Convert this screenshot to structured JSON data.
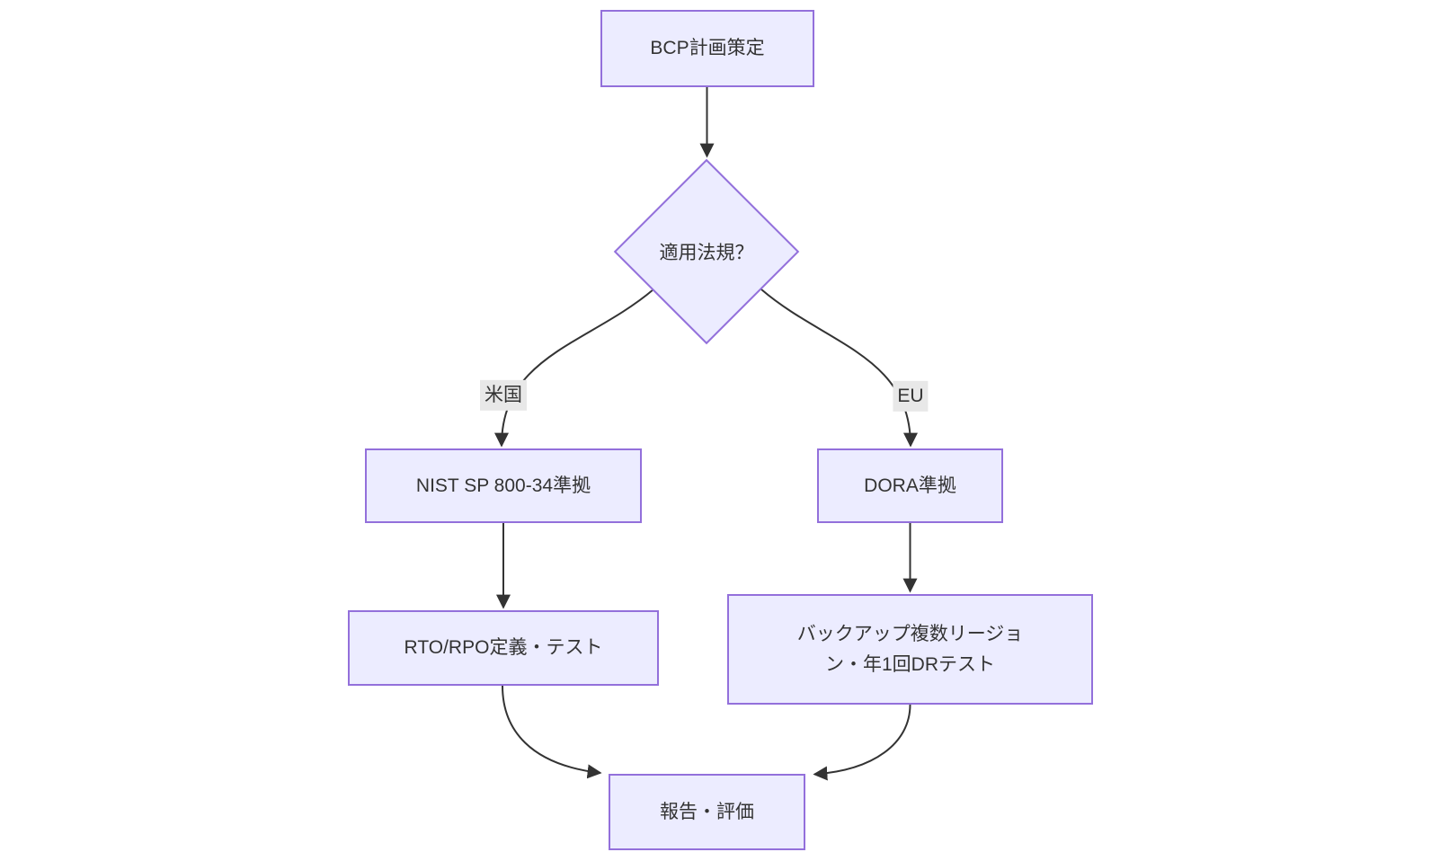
{
  "diagram": {
    "type": "flowchart",
    "direction": "top-down",
    "nodes": [
      {
        "id": "plan",
        "shape": "rect",
        "label": "BCP計画策定"
      },
      {
        "id": "law",
        "shape": "diamond",
        "label": "適用法規？"
      },
      {
        "id": "nist",
        "shape": "rect",
        "label": "NIST SP 800-34準拠"
      },
      {
        "id": "dora",
        "shape": "rect",
        "label": "DORA準拠"
      },
      {
        "id": "rto",
        "shape": "rect",
        "label": "RTO/RPO定義・テスト"
      },
      {
        "id": "backup",
        "shape": "rect",
        "label": "バックアップ複数リージョン・年1回DRテスト"
      },
      {
        "id": "report",
        "shape": "rect",
        "label": "報告・評価"
      }
    ],
    "edges": [
      {
        "from": "plan",
        "to": "law",
        "label": ""
      },
      {
        "from": "law",
        "to": "nist",
        "label": "米国"
      },
      {
        "from": "law",
        "to": "dora",
        "label": "EU"
      },
      {
        "from": "nist",
        "to": "rto",
        "label": ""
      },
      {
        "from": "dora",
        "to": "backup",
        "label": ""
      },
      {
        "from": "rto",
        "to": "report",
        "label": ""
      },
      {
        "from": "backup",
        "to": "report",
        "label": ""
      }
    ],
    "colors": {
      "node_fill": "#ECECFF",
      "node_border": "#9370DB",
      "edge_stroke": "#333333",
      "edge_label_bg": "#e8e8e8",
      "text": "#333333",
      "background": "#ffffff"
    }
  }
}
